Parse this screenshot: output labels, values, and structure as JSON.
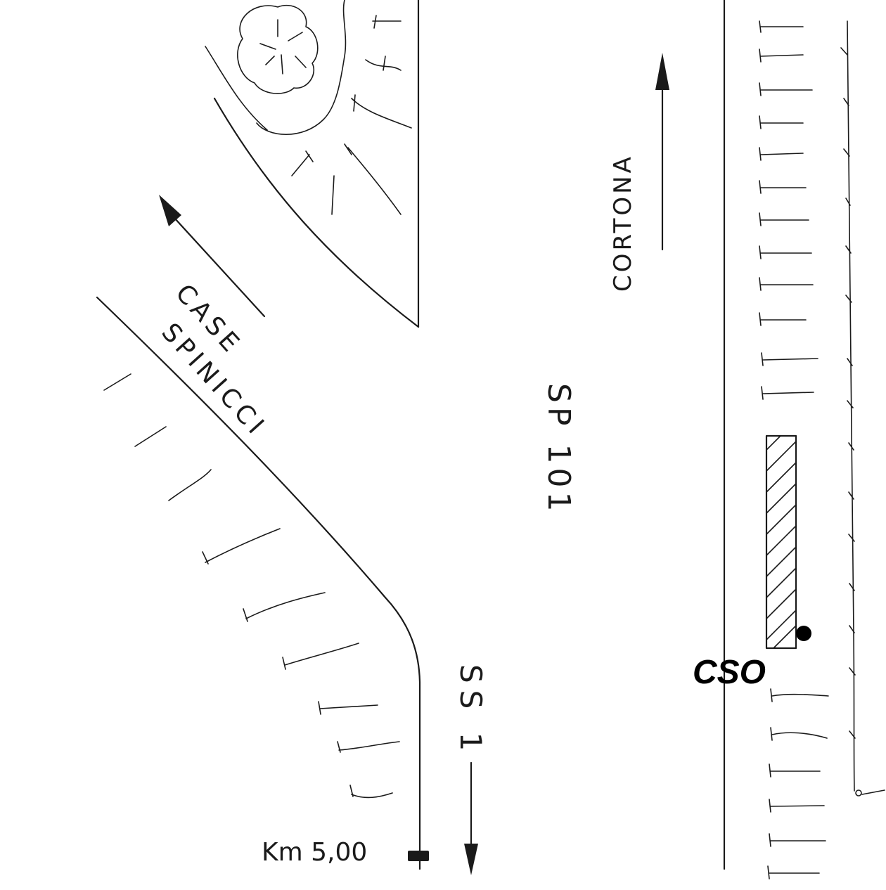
{
  "labels": {
    "road_sp": "SP 101",
    "road_ss": "SS 1",
    "direction": "CORTONA",
    "side_road": "CASE SPINICCI",
    "km_marker": "Km 5,00",
    "point_label": "CSO"
  },
  "icons": {
    "tree": "tree-icon",
    "arrow_up": "arrow-up-icon",
    "arrow_down": "arrow-down-icon",
    "arrow_left": "arrow-up-left-icon",
    "point": "dot-icon",
    "km_post": "km-post-icon"
  },
  "colors": {
    "ink": "#1a1a1a",
    "paper": "#ffffff"
  }
}
